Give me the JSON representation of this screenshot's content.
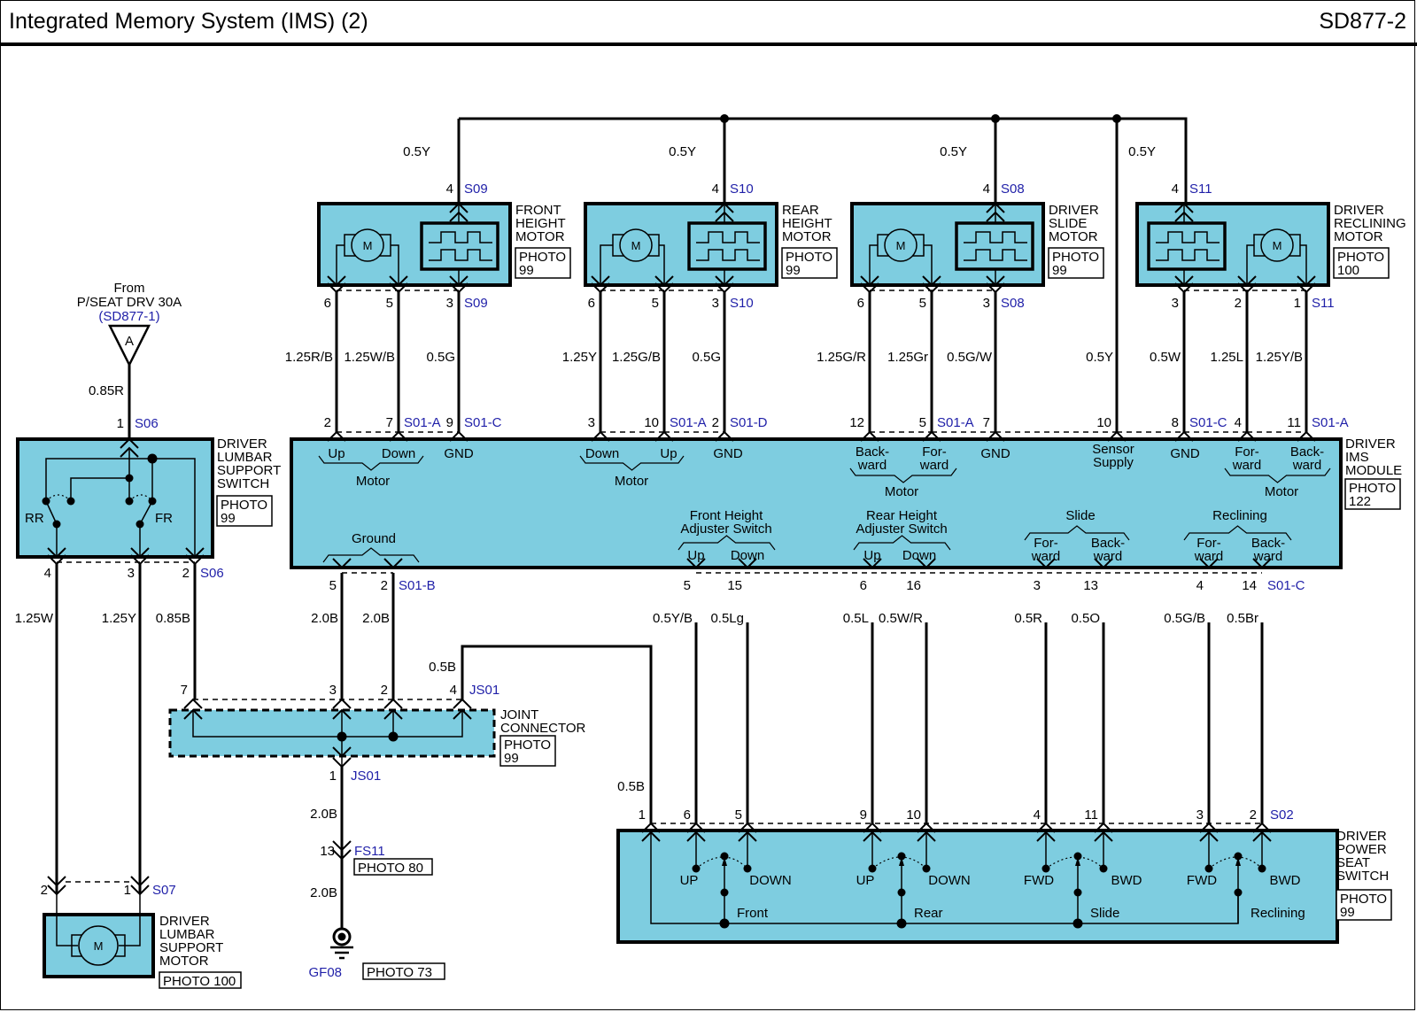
{
  "header": {
    "title": "Integrated Memory System (IMS) (2)",
    "code": "SD877-2"
  },
  "colors": {
    "component_fill": "#7ecde0",
    "wire": "#000000",
    "connector_id": "#1f1fa8"
  },
  "power_source": {
    "from": "From",
    "name": "P/SEAT DRV 30A",
    "ref": "(SD877-1)",
    "label": "A",
    "wire": "0.85R"
  },
  "motors": [
    {
      "id": "front-height",
      "name": [
        "FRONT",
        "HEIGHT",
        "MOTOR"
      ],
      "photo": [
        "PHOTO",
        "99"
      ],
      "top_pin": "4",
      "connector": "S09",
      "supply_wire": "0.5Y",
      "pins": [
        "6",
        "5",
        "3"
      ],
      "bottom_connector": "S09",
      "wires": [
        "1.25R/B",
        "1.25W/B",
        "0.5G"
      ]
    },
    {
      "id": "rear-height",
      "name": [
        "REAR",
        "HEIGHT",
        "MOTOR"
      ],
      "photo": [
        "PHOTO",
        "99"
      ],
      "top_pin": "4",
      "connector": "S10",
      "supply_wire": "0.5Y",
      "pins": [
        "6",
        "5",
        "3"
      ],
      "bottom_connector": "S10",
      "wires": [
        "1.25Y",
        "1.25G/B",
        "0.5G"
      ]
    },
    {
      "id": "slide",
      "name": [
        "DRIVER",
        "SLIDE",
        "MOTOR"
      ],
      "photo": [
        "PHOTO",
        "99"
      ],
      "top_pin": "4",
      "connector": "S08",
      "supply_wire": "0.5Y",
      "pins": [
        "6",
        "5",
        "3"
      ],
      "bottom_connector": "S08",
      "wires": [
        "1.25G/R",
        "1.25Gr",
        "0.5G/W"
      ]
    },
    {
      "id": "reclining",
      "name": [
        "DRIVER",
        "RECLINING",
        "MOTOR"
      ],
      "photo": [
        "PHOTO",
        "100"
      ],
      "top_pin": "4",
      "connector": "S11",
      "supply_wire": "0.5Y",
      "pins": [
        "3",
        "2",
        "1"
      ],
      "bottom_connector": "S11",
      "wires": [
        "0.5W",
        "1.25L",
        "1.25Y/B"
      ]
    }
  ],
  "sensor_supply_wire": "0.5Y",
  "ims_module": {
    "name": [
      "DRIVER",
      "IMS",
      "MODULE"
    ],
    "photo": [
      "PHOTO",
      "122"
    ],
    "top_pins": [
      {
        "pin": "2",
        "conn": ""
      },
      {
        "pin": "7",
        "conn": "S01-A"
      },
      {
        "pin": "9",
        "conn": "S01-C"
      },
      {
        "pin": "3",
        "conn": ""
      },
      {
        "pin": "10",
        "conn": "S01-A"
      },
      {
        "pin": "2",
        "conn": "S01-D"
      },
      {
        "pin": "12",
        "conn": ""
      },
      {
        "pin": "5",
        "conn": "S01-A"
      },
      {
        "pin": "7",
        "conn": ""
      },
      {
        "pin": "10",
        "conn": ""
      },
      {
        "pin": "8",
        "conn": "S01-C"
      },
      {
        "pin": "4",
        "conn": ""
      },
      {
        "pin": "11",
        "conn": "S01-A"
      }
    ],
    "top_labels": [
      "Up",
      "Down",
      "GND",
      "Down",
      "Up",
      "GND",
      "Back-",
      "ward",
      "For-",
      "ward",
      "GND",
      "Sensor",
      "Supply",
      "GND",
      "For-",
      "ward",
      "Back-",
      "ward"
    ],
    "motor_label": "Motor",
    "groups": [
      "Ground",
      "Front Height",
      "Adjuster Switch",
      "Rear Height",
      "Adjuster Switch",
      "Slide",
      "Reclining"
    ],
    "bottom_labels": [
      "Up",
      "Down",
      "Up",
      "Down",
      "For-",
      "ward",
      "Back-",
      "ward",
      "For-",
      "ward",
      "Back-",
      "ward"
    ],
    "bottom_pins": [
      {
        "pin": "5",
        "conn": ""
      },
      {
        "pin": "2",
        "conn": "S01-B"
      },
      {
        "pin": "5",
        "conn": ""
      },
      {
        "pin": "15",
        "conn": ""
      },
      {
        "pin": "6",
        "conn": ""
      },
      {
        "pin": "16",
        "conn": ""
      },
      {
        "pin": "3",
        "conn": ""
      },
      {
        "pin": "13",
        "conn": ""
      },
      {
        "pin": "4",
        "conn": ""
      },
      {
        "pin": "14",
        "conn": "S01-C"
      }
    ],
    "bottom_wires": [
      "2.0B",
      "2.0B",
      "0.5Y/B",
      "0.5Lg",
      "0.5L",
      "0.5W/R",
      "0.5R",
      "0.5O",
      "0.5G/B",
      "0.5Br"
    ]
  },
  "lumbar_switch": {
    "name": [
      "DRIVER",
      "LUMBAR",
      "SUPPORT",
      "SWITCH"
    ],
    "photo": [
      "PHOTO",
      "99"
    ],
    "top_pin": "1",
    "top_conn": "S06",
    "labels": [
      "RR",
      "FR"
    ],
    "bottom_pins": [
      "4",
      "3",
      "2"
    ],
    "bottom_conn": "S06",
    "wires": [
      "1.25W",
      "1.25Y",
      "0.85B"
    ]
  },
  "lumbar_motor": {
    "name": [
      "DRIVER",
      "LUMBAR",
      "SUPPORT",
      "MOTOR"
    ],
    "photo": "PHOTO 100",
    "pins": [
      "2",
      "1"
    ],
    "conn": "S07",
    "symbol": "M"
  },
  "joint_connector": {
    "name": [
      "JOINT",
      "CONNECTOR"
    ],
    "photo": [
      "PHOTO",
      "99"
    ],
    "top_pins": [
      "7",
      "3",
      "2",
      "4"
    ],
    "top_conn": "JS01",
    "bottom_pin": "1",
    "bottom_conn": "JS01",
    "wire_in": "0.5B",
    "wire_out": "0.5B"
  },
  "ground": {
    "wire1": "2.0B",
    "pin": "13",
    "conn": "FS11",
    "conn_photo": "PHOTO 80",
    "wire2": "2.0B",
    "gnd": "GF08",
    "gnd_photo": "PHOTO 73"
  },
  "power_seat_switch": {
    "name": [
      "DRIVER",
      "POWER",
      "SEAT",
      "SWITCH"
    ],
    "photo": [
      "PHOTO",
      "99"
    ],
    "pins": [
      "1",
      "6",
      "5",
      "9",
      "10",
      "4",
      "11",
      "3",
      "2"
    ],
    "conn": "S02",
    "labels": [
      "UP",
      "DOWN",
      "UP",
      "DOWN",
      "FWD",
      "BWD",
      "FWD",
      "BWD"
    ],
    "groups": [
      "Front",
      "Rear",
      "Slide",
      "Reclining"
    ]
  },
  "motor_symbol": "M"
}
